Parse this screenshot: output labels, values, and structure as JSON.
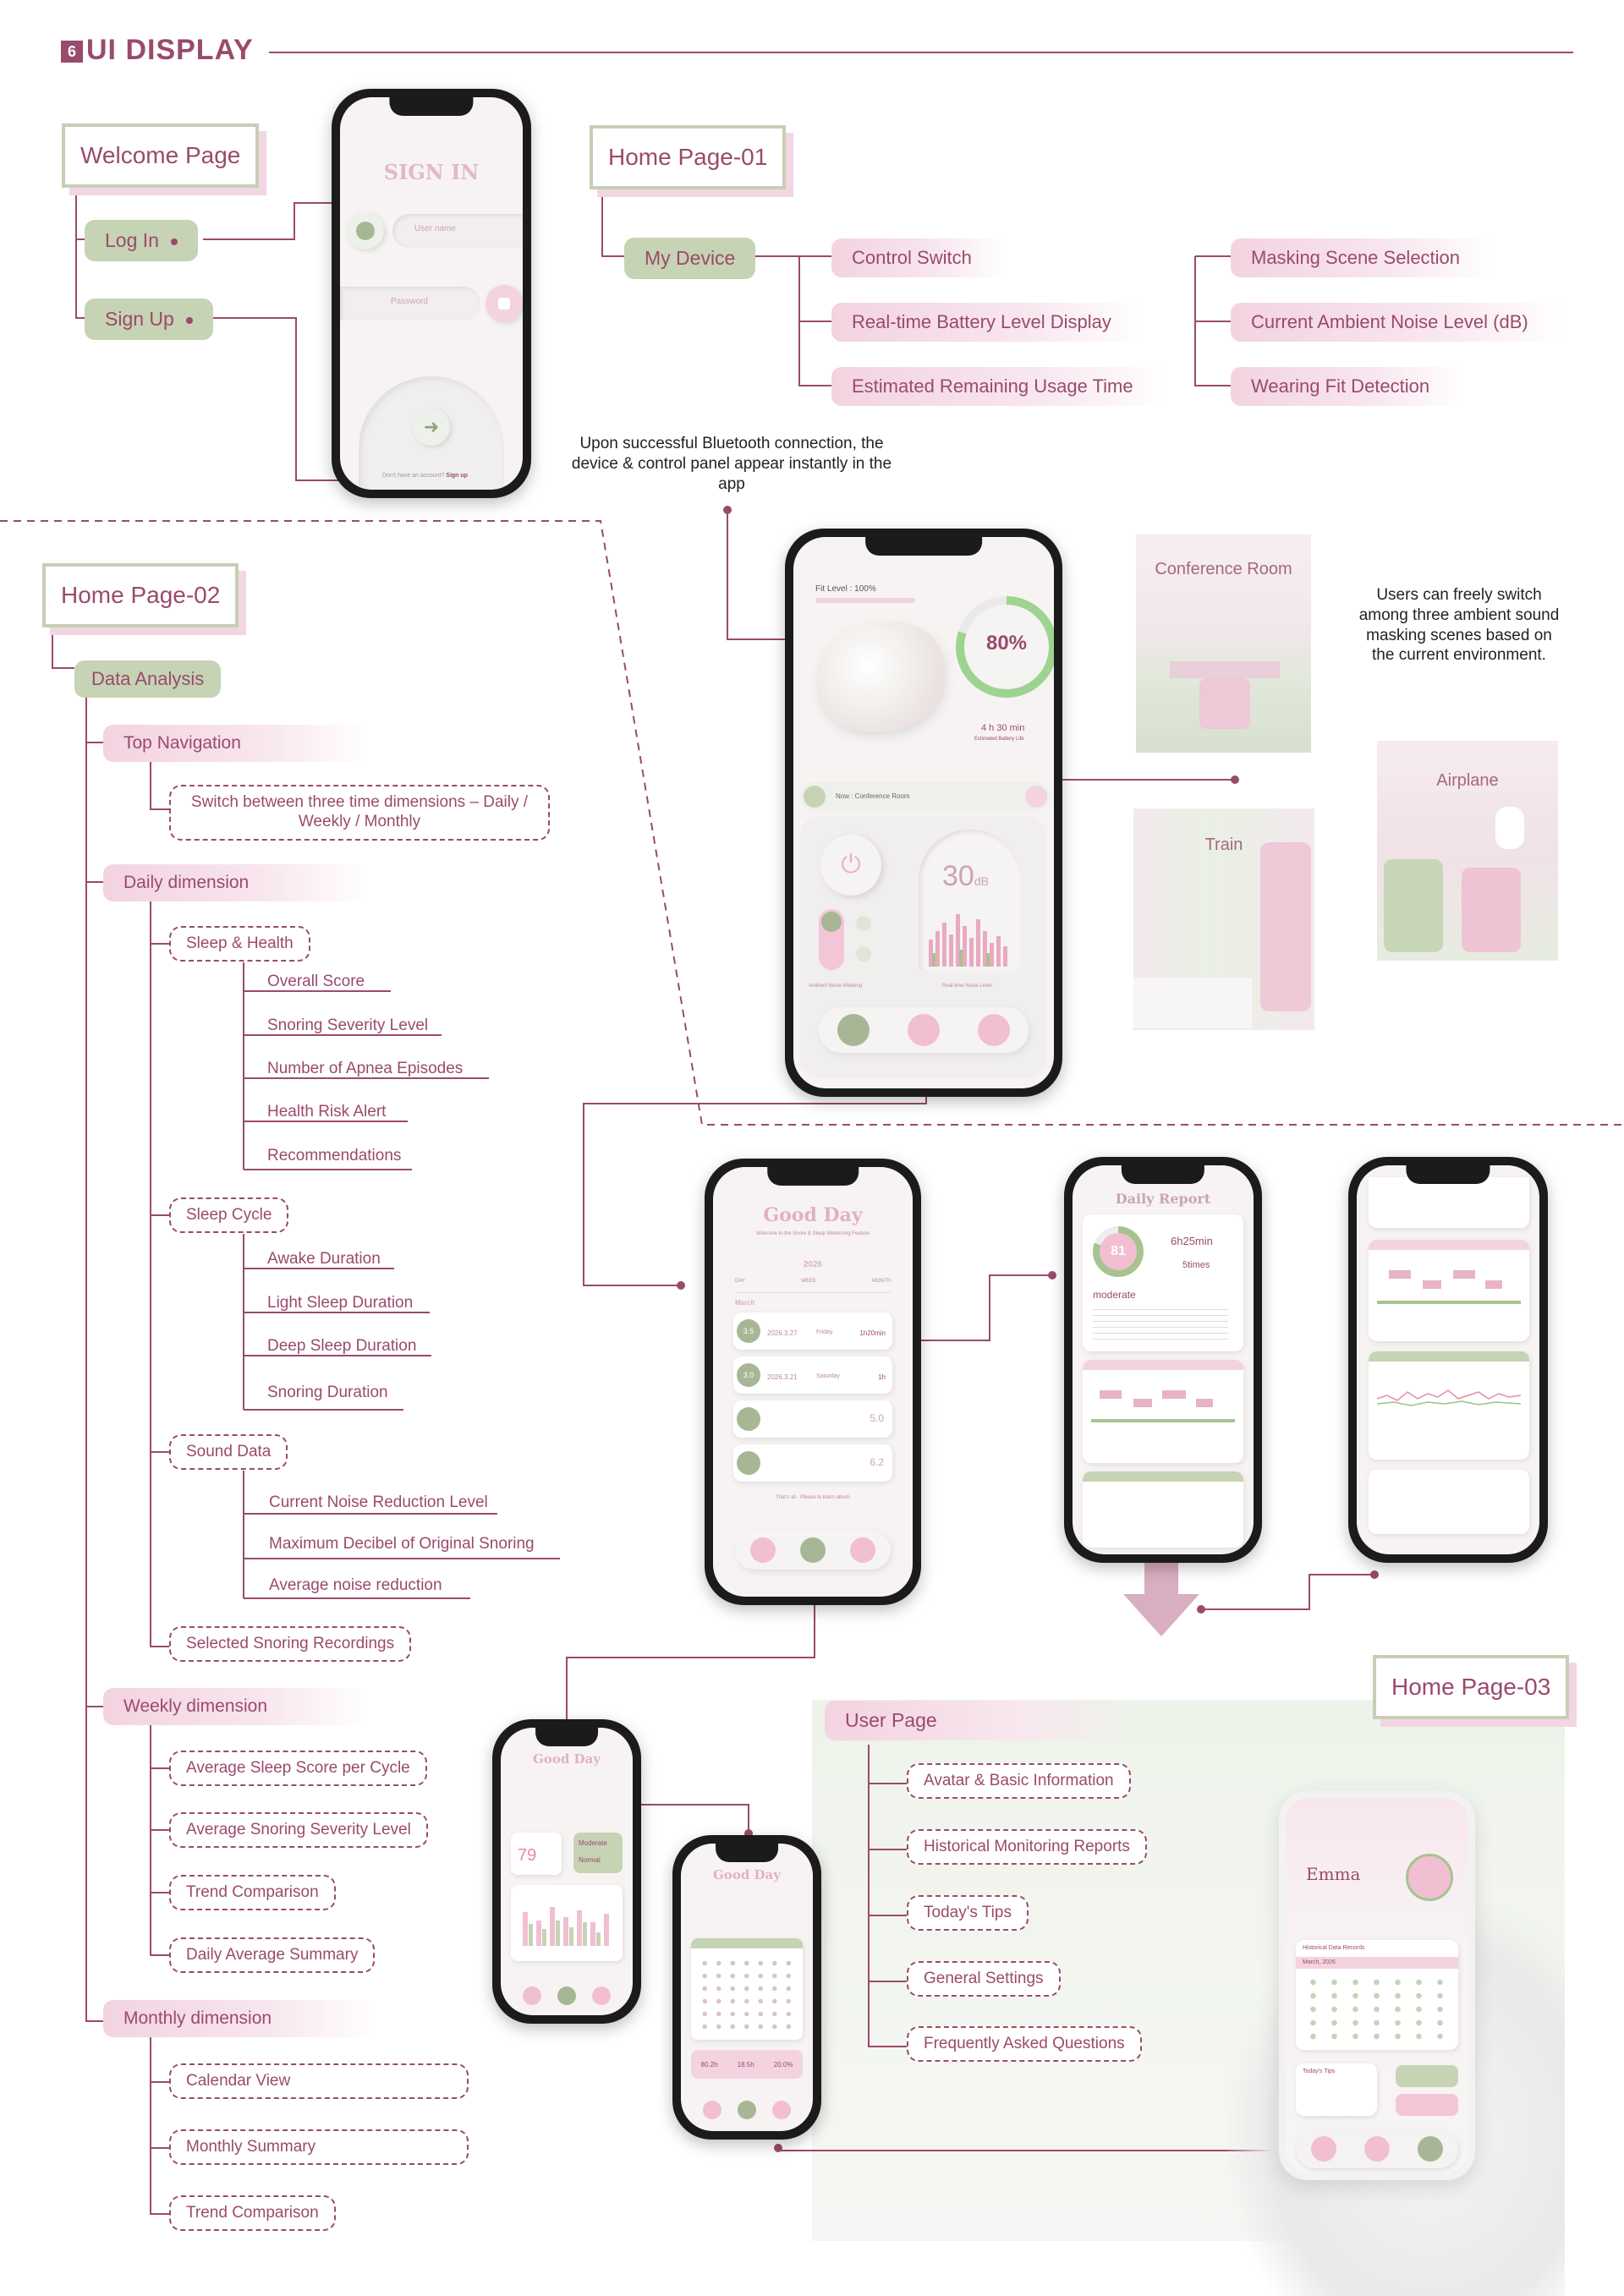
{
  "header": {
    "number": "6",
    "title": "UI DISPLAY"
  },
  "welcome": {
    "label": "Welcome Page",
    "log_in": "Log In",
    "sign_up": "Sign Up",
    "screen": {
      "title": "SIGN IN",
      "user_placeholder": "User name",
      "password_placeholder": "Password",
      "footer": "Don't have an account?",
      "footer_link": "Sign up"
    }
  },
  "home01": {
    "label": "Home Page-01",
    "my_device": "My Device",
    "features_left": [
      "Control Switch",
      "Real-time Battery Level Display",
      "Estimated Remaining Usage Time"
    ],
    "features_right": [
      "Masking Scene Selection",
      "Current Ambient Noise Level (dB)",
      "Wearing Fit Detection"
    ],
    "note_bluetooth": "Upon successful Bluetooth connection, the device & control panel appear instantly in the app",
    "note_scenes": "Users can freely switch among three ambient sound masking scenes based on the current environment.",
    "scenes": [
      "Conference Room",
      "Train",
      "Airplane"
    ],
    "screen": {
      "fit_level": "Fit Level : 100%",
      "battery": "80%",
      "remaining": "4 h 30 min",
      "remaining_label": "Estimated Battery Life",
      "now": "Now : Conference Room",
      "noise_value": "30",
      "noise_unit": "dB",
      "masking_label": "Ambient Noise Masking",
      "noise_label": "Real-time Noise Level"
    }
  },
  "home02": {
    "label": "Home Page-02",
    "data_analysis": "Data Analysis",
    "top_navigation": "Top Navigation",
    "top_navigation_desc": "Switch between three time dimensions – Daily / Weekly / Monthly",
    "daily": "Daily dimension",
    "sleep_health": "Sleep & Health",
    "sleep_health_items": [
      "Overall Score",
      "Snoring Severity Level",
      "Number of Apnea Episodes",
      "Health Risk Alert",
      "Recommendations"
    ],
    "sleep_cycle": "Sleep Cycle",
    "sleep_cycle_items": [
      "Awake Duration",
      "Light Sleep Duration",
      "Deep Sleep Duration",
      "Snoring Duration"
    ],
    "sound_data": "Sound Data",
    "sound_data_items": [
      "Current Noise Reduction Level",
      "Maximum Decibel of Original Snoring",
      "Average noise reduction"
    ],
    "selected_recordings": "Selected Snoring Recordings",
    "weekly": "Weekly dimension",
    "weekly_items": [
      "Average Sleep Score per Cycle",
      "Average Snoring Severity Level",
      "Trend Comparison",
      "Daily Average Summary"
    ],
    "monthly": "Monthly dimension",
    "monthly_items": [
      "Calendar View",
      "Monthly Summary",
      "Trend Comparison"
    ],
    "good_day": {
      "title": "Good Day",
      "subtitle": "Welcome to the Snore & Sleep Monitoring Feature",
      "year": "2026",
      "tabs": [
        "DAY",
        "WEEK",
        "MONTH"
      ],
      "month": "March",
      "records": [
        {
          "score": "3.5",
          "date": "2026.3.27",
          "day": "Friday",
          "dur": "1h20min"
        },
        {
          "score": "3.0",
          "date": "2026.3.21",
          "day": "Saturday",
          "dur": "1h"
        },
        {
          "score": "",
          "date": "",
          "day": "",
          "dur": "5.0"
        },
        {
          "score": "",
          "date": "",
          "day": "",
          "dur": "6.2"
        }
      ],
      "end_note": "That's all · Please to listen album"
    },
    "daily_report": {
      "title": "Daily Report",
      "score": "81",
      "level": "moderate",
      "duration": "6h25min",
      "apnea": "5times"
    },
    "weekly_screen": {
      "score": "79",
      "badge1": "Moderate",
      "badge2": "Normal"
    },
    "monthly_screen": {
      "stats": [
        "80.2h",
        "18.5h",
        "20.0%"
      ]
    }
  },
  "home03": {
    "label": "Home Page-03",
    "user_page": "User Page",
    "items": [
      "Avatar & Basic Information",
      "Historical Monitoring Reports",
      "Today's Tips",
      "General Settings",
      "Frequently Asked Questions"
    ],
    "screen": {
      "name": "Emma",
      "section": "Historical Data Records",
      "month": "March, 2026",
      "tips": "Today's Tips"
    }
  },
  "colors": {
    "accent": "#9a4a6d",
    "green": "#c6d3b4",
    "pink": "#f3d3e0",
    "line": "#9a4a6d"
  }
}
